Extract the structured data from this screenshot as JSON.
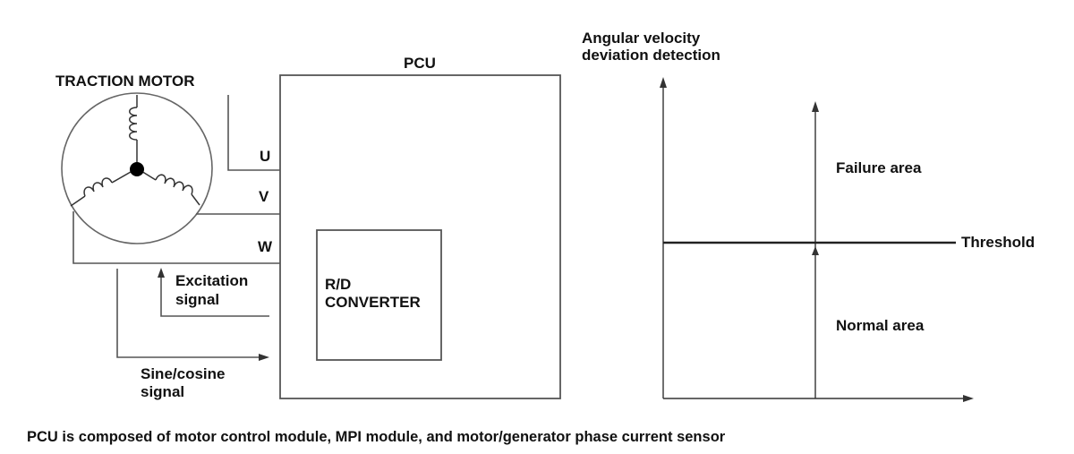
{
  "diagram": {
    "motor_label": "TRACTION MOTOR",
    "pcu_label": "PCU",
    "phases": {
      "u": "U",
      "v": "V",
      "w": "W"
    },
    "excitation": [
      "Excitation",
      "signal"
    ],
    "sine_cosine": [
      "Sine/cosine",
      "signal"
    ],
    "converter": [
      "R/D",
      "CONVERTER"
    ]
  },
  "graph": {
    "ylabel": [
      "Angular velocity",
      "deviation detection"
    ],
    "failure_area": "Failure area",
    "normal_area": "Normal area",
    "threshold": "Threshold"
  },
  "caption": "PCU is composed of motor control module, MPI module, and motor/generator phase current sensor"
}
